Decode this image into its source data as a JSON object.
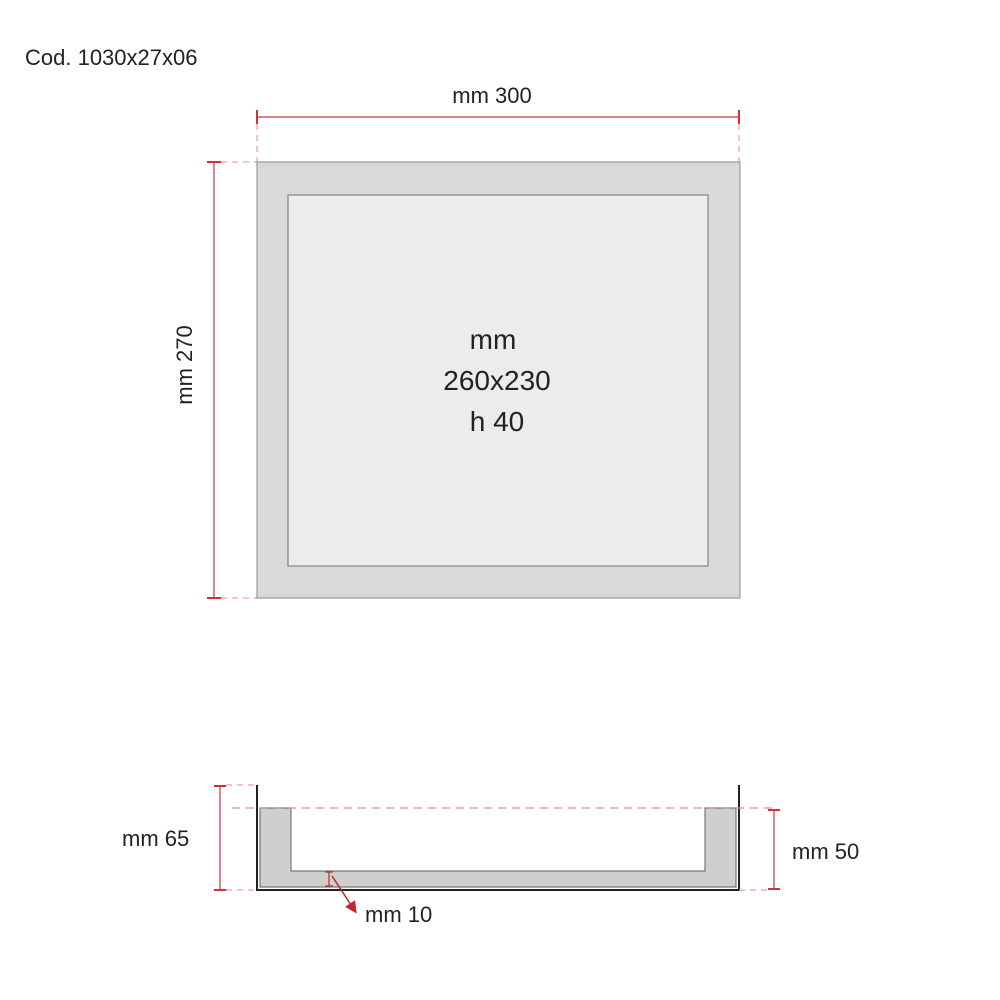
{
  "code": "Cod. 1030x27x06",
  "top_view": {
    "width_label": "mm 300",
    "height_label": "mm 270",
    "inner_lines": [
      "mm",
      "260x230",
      "h 40"
    ]
  },
  "section_view": {
    "total_height_label": "mm 65",
    "inner_height_label": "mm 50",
    "thickness_label": "mm 10"
  },
  "colors": {
    "dimension": "#d0313a",
    "frame": "#d9d9d9",
    "inner": "#ececec",
    "outline": "#333333"
  }
}
